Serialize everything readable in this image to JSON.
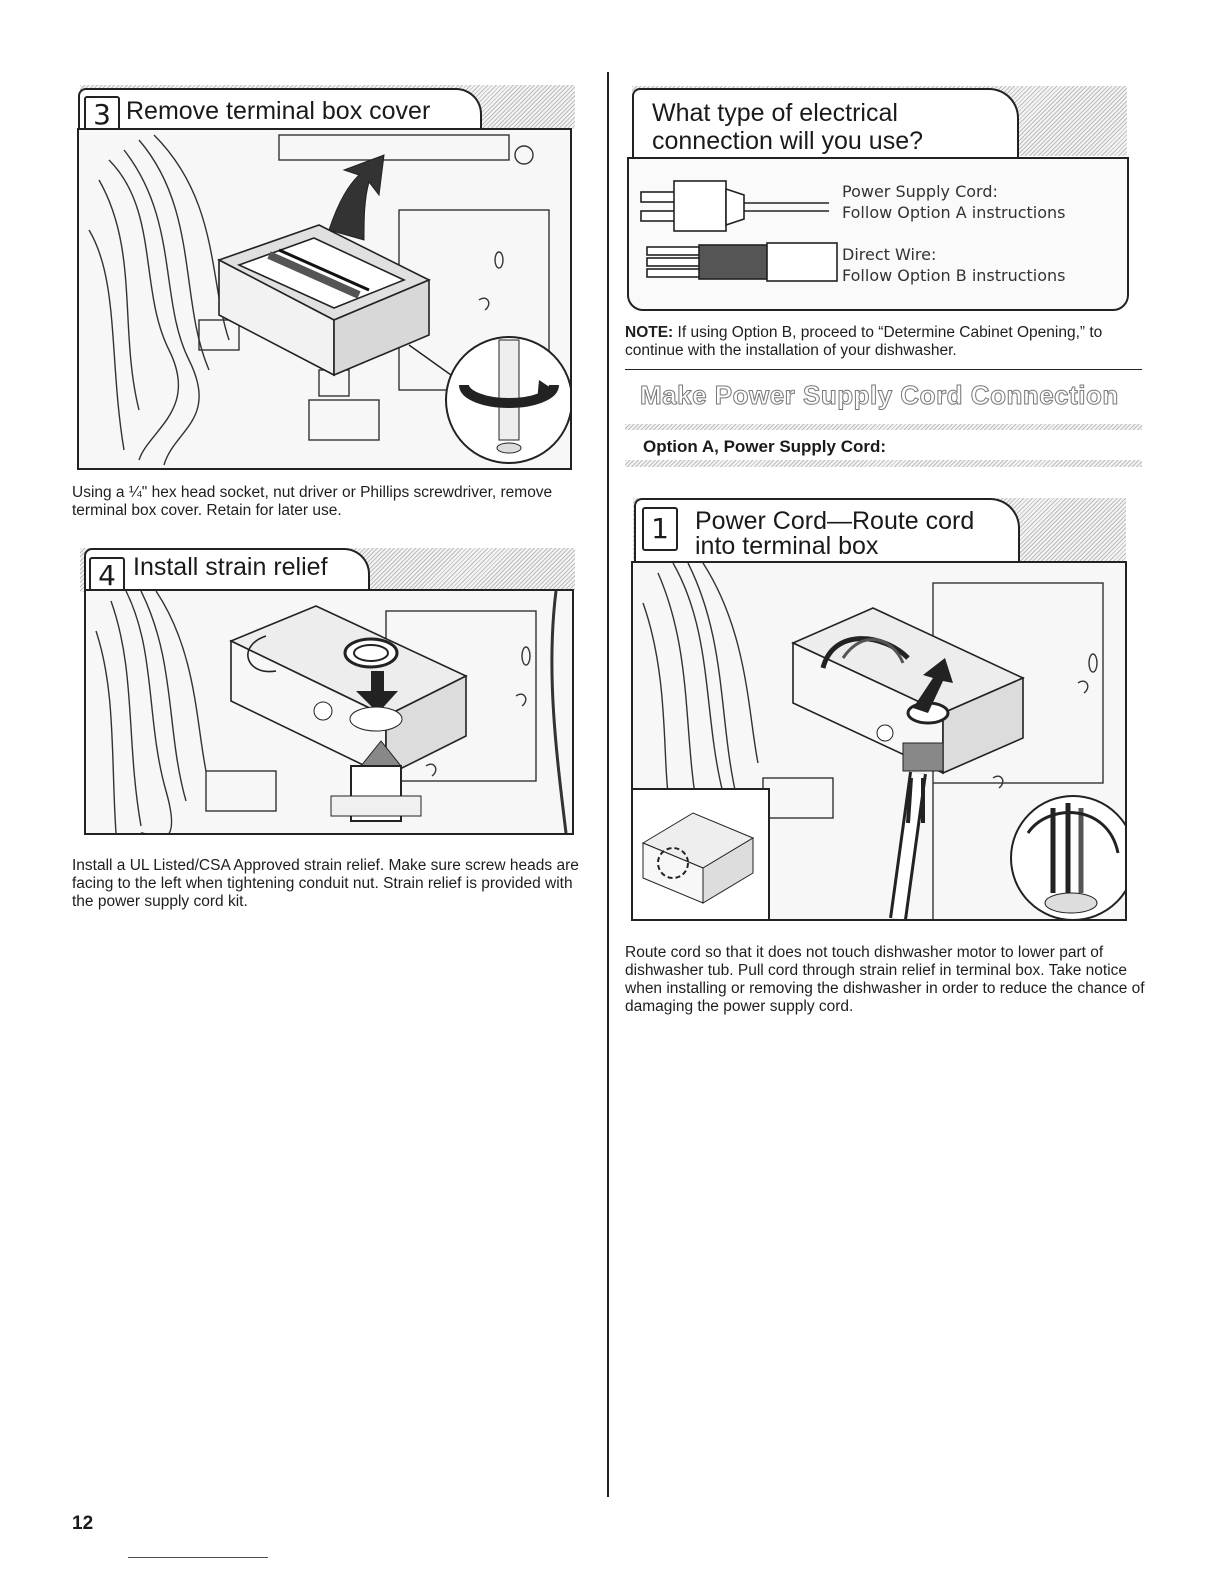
{
  "page_number": "12",
  "step3": {
    "number": "3",
    "title": "Remove terminal box cover",
    "caption": "Using a ¼\" hex head socket, nut driver or Phillips screwdriver, remove terminal box cover. Retain for later use."
  },
  "step4": {
    "number": "4",
    "title": "Install strain relief",
    "caption": "Install a UL Listed/CSA Approved strain relief. Make sure screw heads are facing to the left when tightening conduit nut. Strain relief is provided with the power supply cord kit."
  },
  "electrical": {
    "title_line1": "What type of electrical",
    "title_line2": "connection will you use?",
    "option_a_line1": "Power Supply Cord:",
    "option_a_line2": "Follow Option A instructions",
    "option_b_line1": "Direct Wire:",
    "option_b_line2": "Follow Option B instructions"
  },
  "note": {
    "label": "NOTE:",
    "text": " If using Option B, proceed to “Determine Cabinet Opening,” to continue with the installation of your dishwasher."
  },
  "section_title": "Make Power Supply Cord Connection",
  "option_a_heading": "Option A, Power Supply Cord:",
  "step1": {
    "number": "1",
    "title_line1": "Power Cord—Route cord",
    "title_line2": "into terminal box",
    "caption": "Route cord so that it does not touch dishwasher motor to lower part of dishwasher tub. Pull cord through strain relief in terminal box. Take notice when installing or removing the dishwasher in order to reduce the chance of damaging the power supply cord."
  }
}
